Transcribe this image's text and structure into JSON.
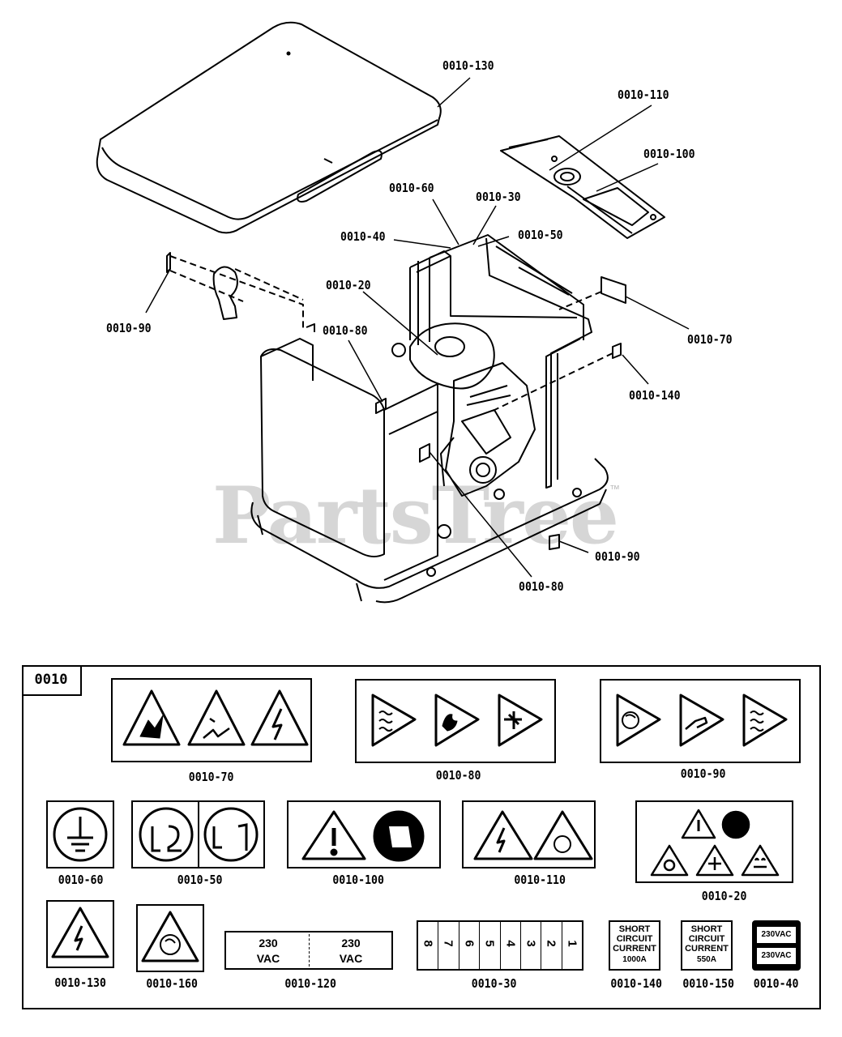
{
  "watermark": {
    "text": "PartsTree",
    "trademark": "™"
  },
  "callouts": [
    {
      "id": "c130",
      "text": "0010-130"
    },
    {
      "id": "c110",
      "text": "0010-110"
    },
    {
      "id": "c100",
      "text": "0010-100"
    },
    {
      "id": "c60",
      "text": "0010-60"
    },
    {
      "id": "c30",
      "text": "0010-30"
    },
    {
      "id": "c40",
      "text": "0010-40"
    },
    {
      "id": "c50",
      "text": "0010-50"
    },
    {
      "id": "c20",
      "text": "0010-20"
    },
    {
      "id": "c90a",
      "text": "0010-90"
    },
    {
      "id": "c80a",
      "text": "0010-80"
    },
    {
      "id": "c70",
      "text": "0010-70"
    },
    {
      "id": "c140",
      "text": "0010-140"
    },
    {
      "id": "c90b",
      "text": "0010-90"
    },
    {
      "id": "c80b",
      "text": "0010-80"
    }
  ],
  "decal_panel": {
    "section": "0010",
    "decals": [
      {
        "label": "0010-70"
      },
      {
        "label": "0010-80"
      },
      {
        "label": "0010-90"
      },
      {
        "label": "0010-60"
      },
      {
        "label": "0010-50"
      },
      {
        "label": "0010-100"
      },
      {
        "label": "0010-110"
      },
      {
        "label": "0010-20"
      },
      {
        "label": "0010-130"
      },
      {
        "label": "0010-160"
      },
      {
        "label": "0010-120"
      },
      {
        "label": "0010-30"
      },
      {
        "label": "0010-140"
      },
      {
        "label": "0010-150"
      },
      {
        "label": "0010-40"
      }
    ],
    "vac_label": {
      "value": "230",
      "unit": "VAC"
    },
    "breaker_numbers": [
      "8",
      "7",
      "6",
      "5",
      "4",
      "3",
      "2",
      "1"
    ],
    "short_circuit": {
      "line1": "SHORT",
      "line2": "CIRCUIT",
      "line3": "CURRENT",
      "values": [
        "1000A",
        "550A"
      ]
    },
    "vac_badge": "230VAC"
  },
  "icons": [
    "explosion-warning-icon",
    "battery-acid-warning-icon",
    "electric-shock-warning-icon",
    "hot-surface-warning-icon",
    "fire-warning-icon",
    "toxic-fumes-warning-icon",
    "rotating-fan-warning-icon",
    "hand-injury-warning-icon",
    "ground-symbol-icon",
    "exclamation-warning-icon",
    "read-manual-icon"
  ]
}
